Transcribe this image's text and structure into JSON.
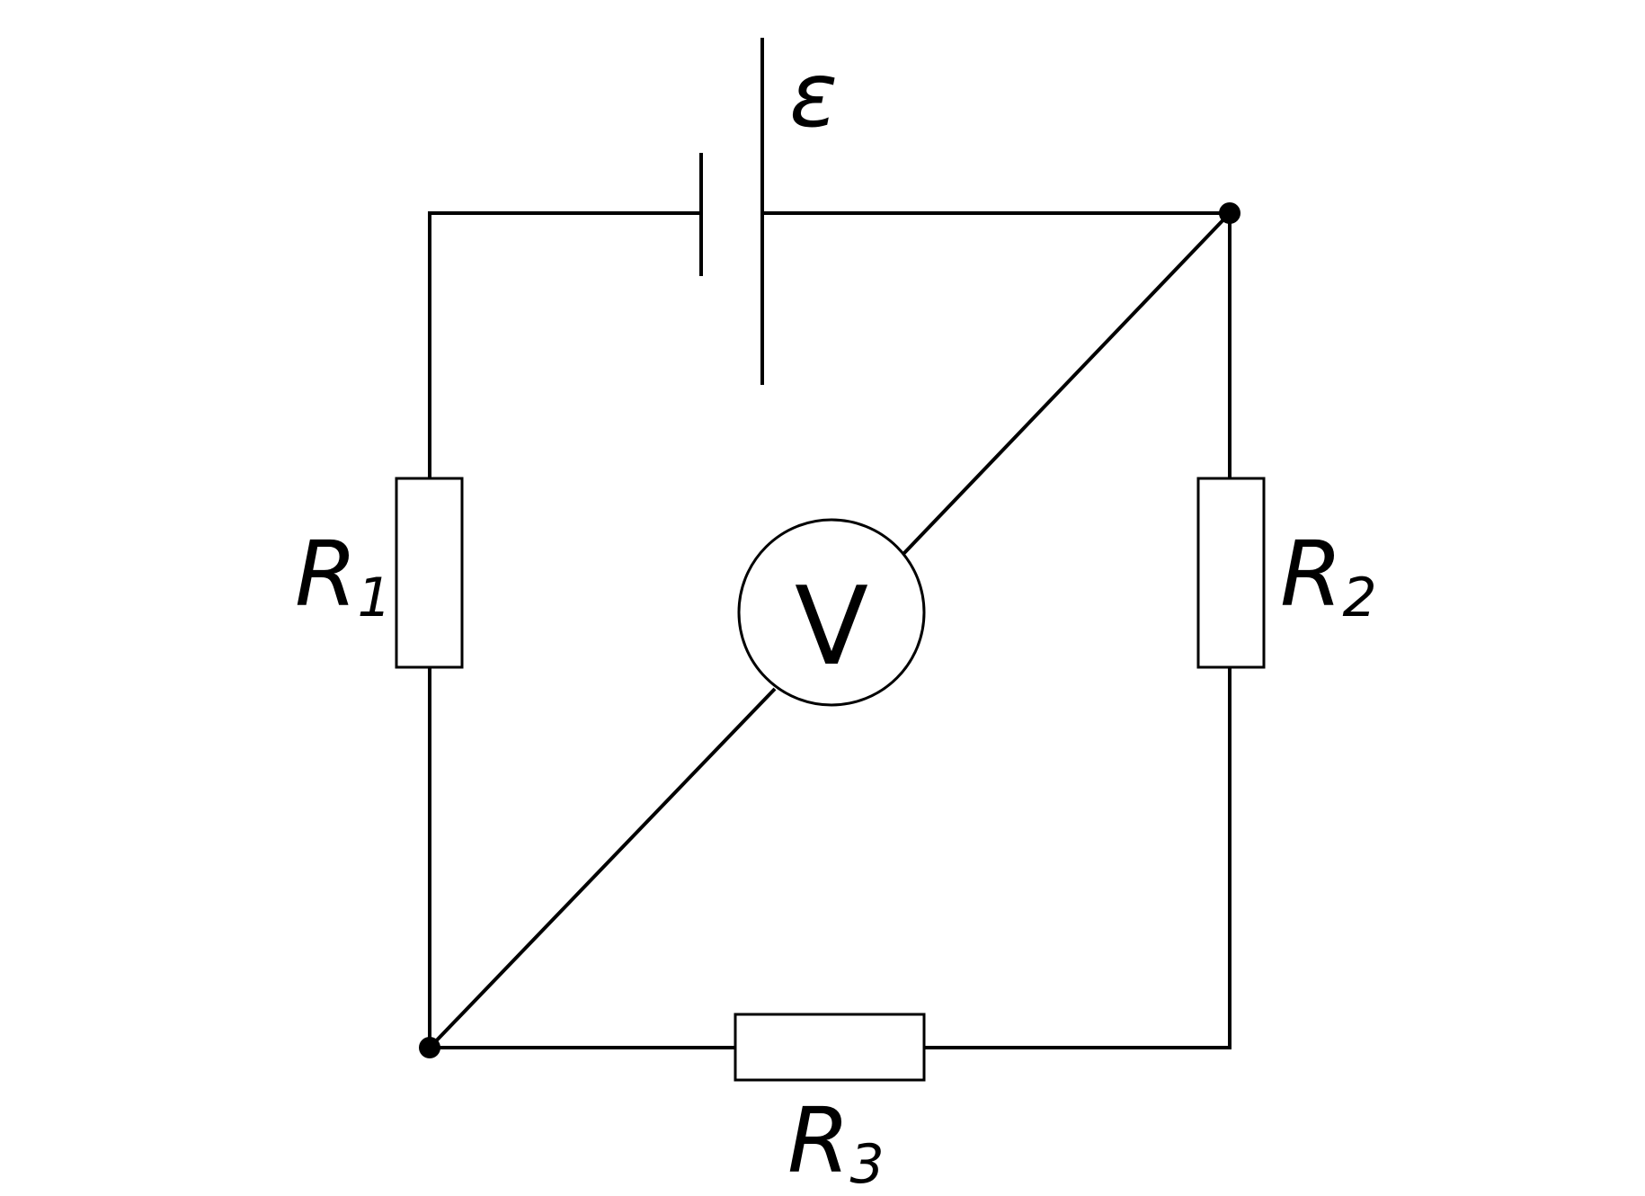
{
  "emf": {
    "label": "ε"
  },
  "resistors": [
    {
      "letter": "R",
      "index": "1"
    },
    {
      "letter": "R",
      "index": "2"
    },
    {
      "letter": "R",
      "index": "3"
    }
  ],
  "voltmeter": {
    "label": "V"
  },
  "colors": {
    "line": "#000000",
    "background": "#ffffff"
  }
}
